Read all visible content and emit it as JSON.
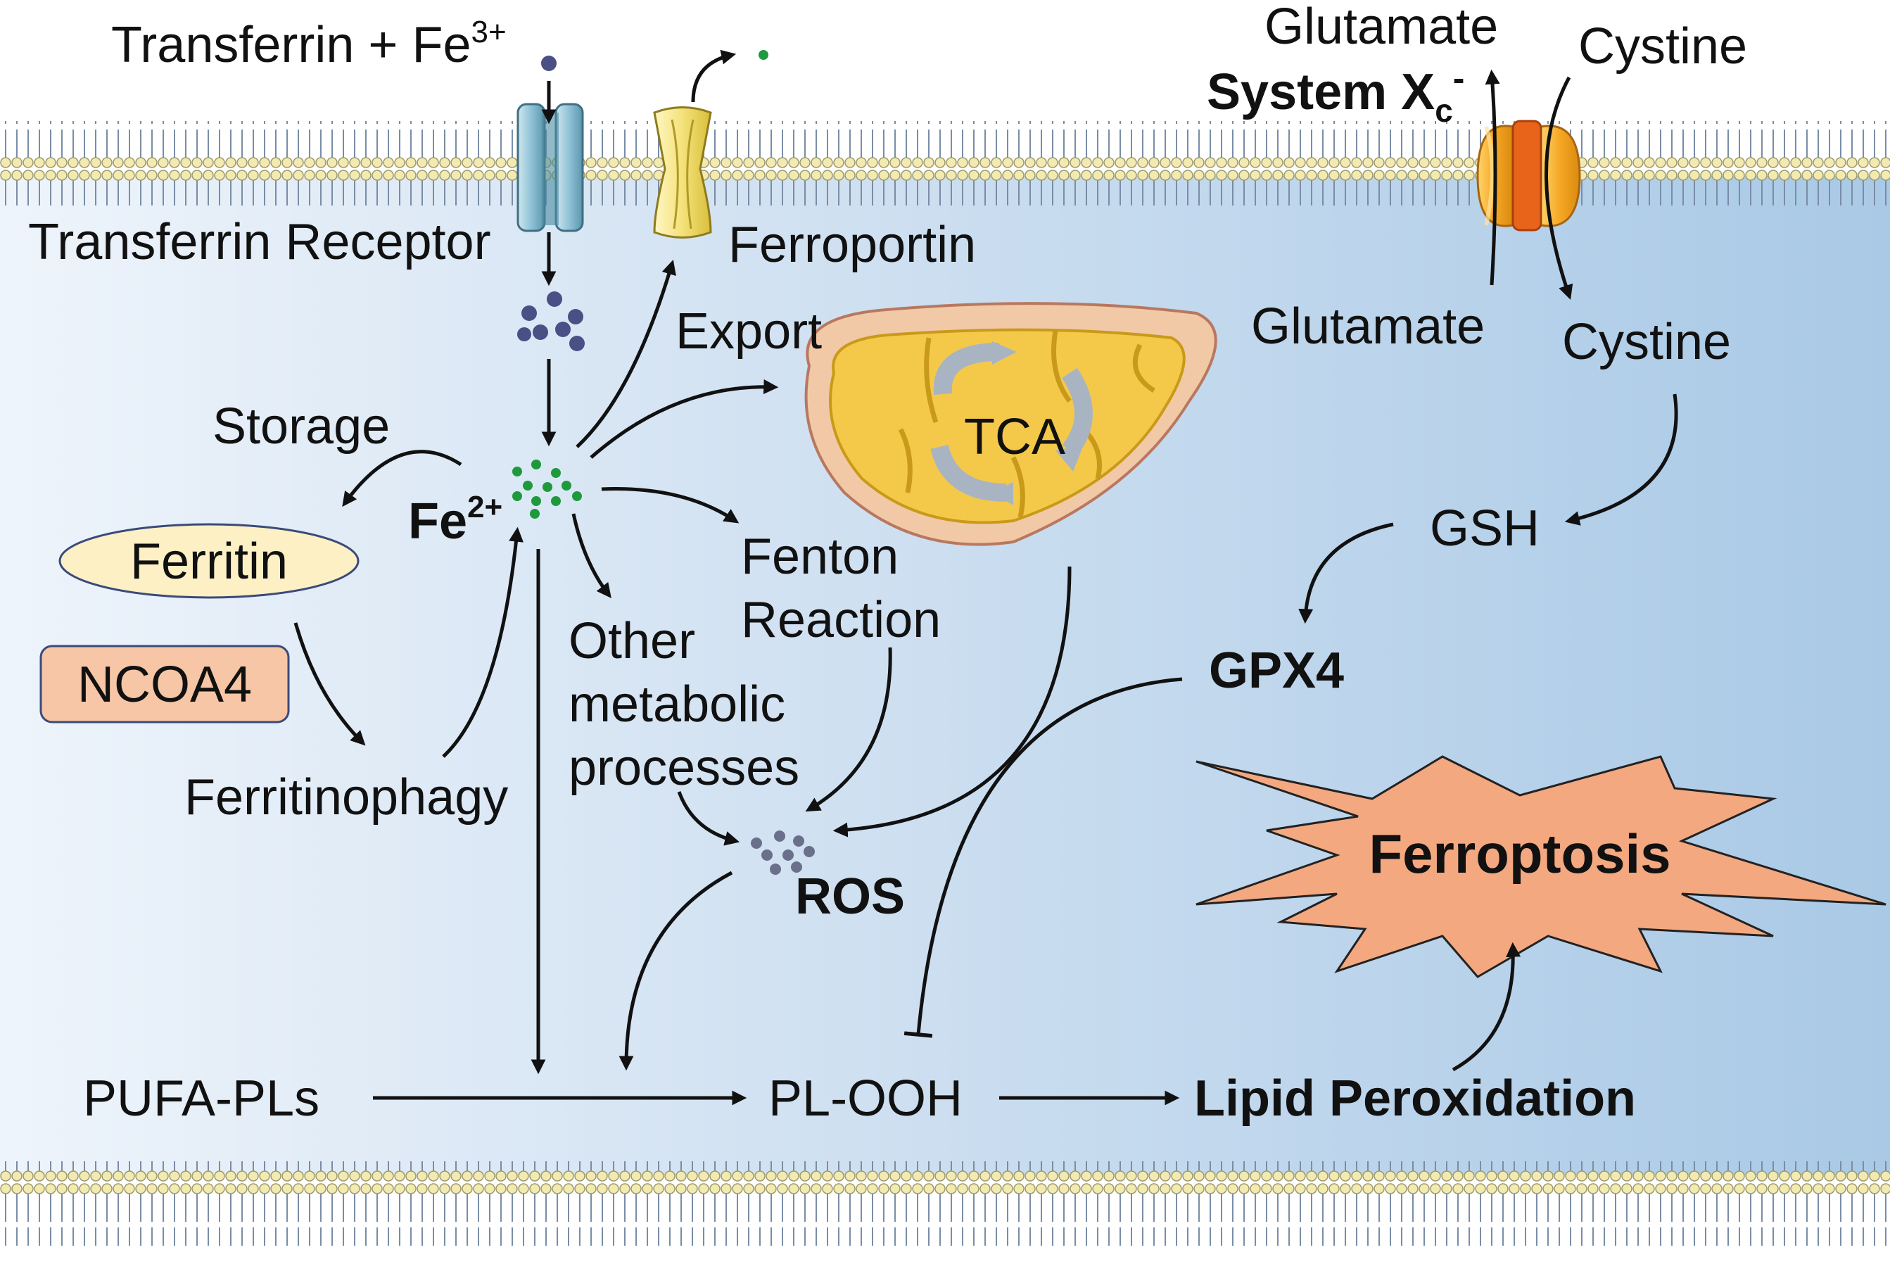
{
  "labels": {
    "transferrin_fe": "Transferrin + Fe",
    "fe3_sup": "3+",
    "transferrin_receptor": "Transferrin Receptor",
    "ferroportin": "Ferroportin",
    "export": "Export",
    "storage": "Storage",
    "ferritin": "Ferritin",
    "ncoa4": "NCOA4",
    "ferritinophagy": "Ferritinophagy",
    "fe2": "Fe",
    "fe2_sup": "2+",
    "tca": "TCA",
    "fenton_line1": "Fenton",
    "fenton_line2": "Reaction",
    "other_line1": "Other",
    "other_line2": "metabolic",
    "other_line3": "processes",
    "ros": "ROS",
    "pufa_pls": "PUFA-PLs",
    "pl_ooh": "PL-OOH",
    "lipid_peroxidation": "Lipid Peroxidation",
    "ferroptosis": "Ferroptosis",
    "glutamate_out": "Glutamate",
    "cystine_out": "Cystine",
    "system_xc": "System X",
    "system_xc_sub": "c",
    "system_xc_sup": "-",
    "glutamate_in": "Glutamate",
    "cystine_in": "Cystine",
    "gsh": "GSH",
    "gpx4": "GPX4"
  },
  "colors": {
    "cytoplasm": "#b7d3ec",
    "membrane_head": "#f2eab0",
    "membrane_tail": "#7a8da6",
    "transferrin_receptor": "#8fc2d6",
    "ferroportin": "#f4e27a",
    "system_xc": "#f5a623",
    "system_xc_core": "#e8641a",
    "ferritin_fill": "#fdf0c4",
    "ncoa4_fill": "#f6c6a6",
    "ferroptosis_fill": "#f4a880",
    "mito_outer": "#f2c9a6",
    "mito_inner": "#f4c94a",
    "fe2_dot": "#1e9a3c",
    "fe3_dot": "#4a4f86"
  },
  "icons": {
    "membrane": "lipid-bilayer",
    "transferrin_receptor": "channel-protein",
    "ferroportin": "channel-protein",
    "system_xc": "antiporter",
    "mitochondrion": "mitochondrion",
    "ferroptosis": "starburst"
  }
}
